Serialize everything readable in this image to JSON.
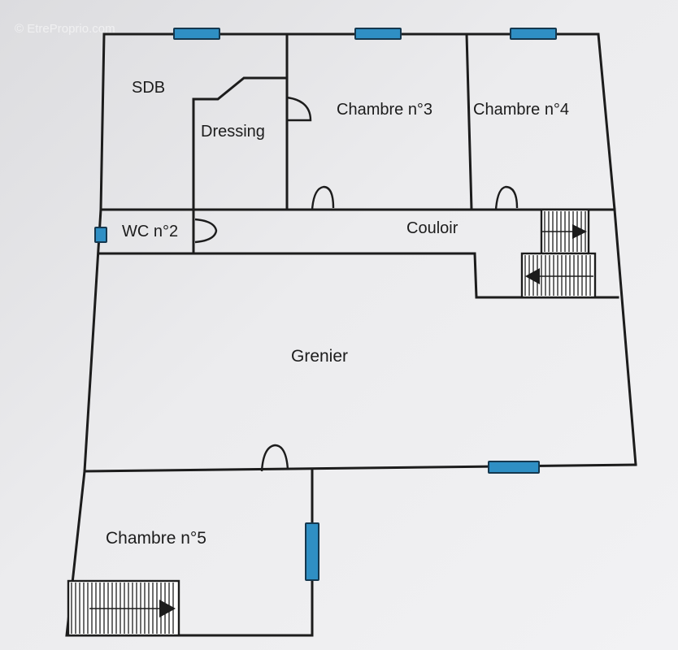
{
  "watermark": "© EtreProprio.com",
  "rooms": {
    "sdb": "SDB",
    "dressing": "Dressing",
    "chambre3": "Chambre n°3",
    "chambre4": "Chambre n°4",
    "wc2": "WC n°2",
    "couloir": "Couloir",
    "grenier": "Grenier",
    "chambre5": "Chambre n°5"
  },
  "colors": {
    "walls": "#1c1c1c",
    "windows": "#2f8fc4",
    "background": "#ececee"
  }
}
